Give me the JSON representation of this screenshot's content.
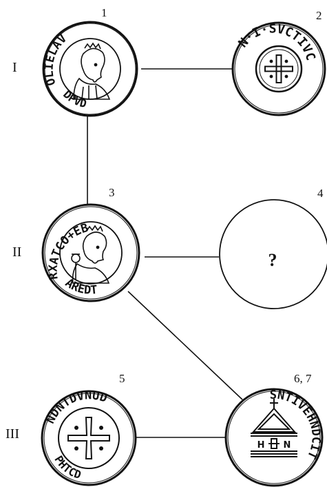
{
  "rows": {
    "I": "I",
    "II": "II",
    "III": "III"
  },
  "coins": {
    "c1": {
      "number": "1",
      "legend": "OLIELAV",
      "lower": "DPVD",
      "kind": "bust-obverse"
    },
    "c2": {
      "number": "2",
      "legend": "N·I·SVCTIVC",
      "kind": "cross-reverse"
    },
    "c3": {
      "number": "3",
      "legend": "RXATCO+EB",
      "lower": "AREDT",
      "kind": "bust-obverse"
    },
    "c4": {
      "number": "4",
      "mark": "?",
      "kind": "unknown"
    },
    "c5": {
      "number": "5",
      "legend": "NDNTDVNUD",
      "lower": "PHTCD",
      "kind": "cross-reverse"
    },
    "c67": {
      "number": "6, 7",
      "legend": "SNTIVEHNDCIT",
      "kind": "temple-reverse",
      "monogram_left": "H",
      "monogram_right": "N"
    }
  },
  "colors": {
    "ink": "#111111",
    "paper": "#ffffff"
  }
}
